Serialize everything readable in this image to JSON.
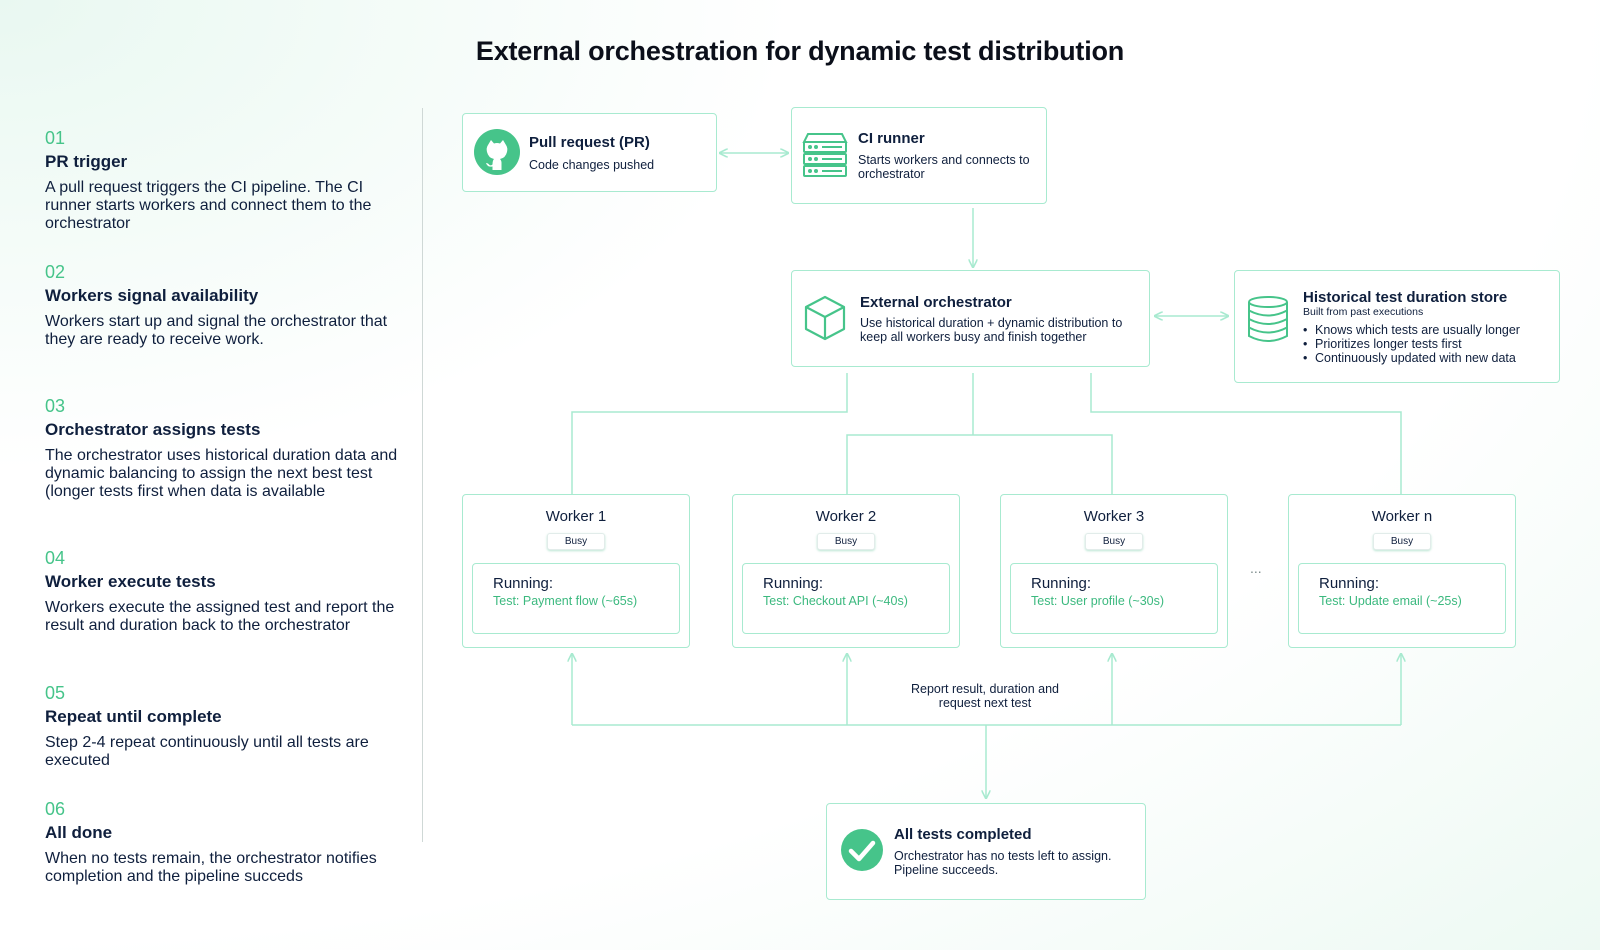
{
  "title": "External orchestration for dynamic test distribution",
  "steps": [
    {
      "num": "01",
      "title": "PR trigger",
      "desc": "A pull request triggers the CI pipeline. The CI runner starts workers and connect them to the orchestrator"
    },
    {
      "num": "02",
      "title": "Workers signal availability",
      "desc": "Workers start up and signal the orchestrator that they are ready to receive work."
    },
    {
      "num": "03",
      "title": "Orchestrator assigns tests",
      "desc": "The orchestrator uses historical duration data and dynamic balancing to assign the next best test (longer tests first when data is available"
    },
    {
      "num": "04",
      "title": "Worker execute tests",
      "desc": "Workers execute the assigned test and report the result and duration back to the orchestrator"
    },
    {
      "num": "05",
      "title": "Repeat until complete",
      "desc": "Step 2-4 repeat continuously until all tests are executed"
    },
    {
      "num": "06",
      "title": "All done",
      "desc": "When no tests remain, the orchestrator notifies completion and the pipeline succeds"
    }
  ],
  "pr": {
    "title": "Pull request (PR)",
    "sub": "Code changes pushed",
    "icon": "github-icon"
  },
  "ci": {
    "title": "CI runner",
    "sub": "Starts workers and connects to orchestrator",
    "icon": "server-icon"
  },
  "orchestrator": {
    "title": "External orchestrator",
    "sub": "Use historical duration + dynamic distribution to keep all workers busy and finish together",
    "icon": "cube-icon"
  },
  "store": {
    "title": "Historical test duration store",
    "sub": "Built from past executions",
    "bullets": [
      "Knows which tests are usually longer",
      "Prioritizes longer tests first",
      "Continuously updated with new data"
    ],
    "icon": "database-icon"
  },
  "workers": [
    {
      "name": "Worker 1",
      "status": "Busy",
      "running": "Running:",
      "test": "Test: Payment flow (~65s)"
    },
    {
      "name": "Worker 2",
      "status": "Busy",
      "running": "Running:",
      "test": "Test: Checkout API (~40s)"
    },
    {
      "name": "Worker 3",
      "status": "Busy",
      "running": "Running:",
      "test": "Test: User profile (~30s)"
    },
    {
      "name": "Worker n",
      "status": "Busy",
      "running": "Running:",
      "test": "Test: Update email (~25s)"
    }
  ],
  "ellipsis": "...",
  "report": "Report result, duration and request next test",
  "done": {
    "title": "All tests completed",
    "sub": "Orchestrator has no tests left to assign. Pipeline succeeds.",
    "icon": "check-circle-icon"
  },
  "colors": {
    "accent": "#46c48a",
    "line": "#a8ead0",
    "text": "#0f1f3d"
  }
}
